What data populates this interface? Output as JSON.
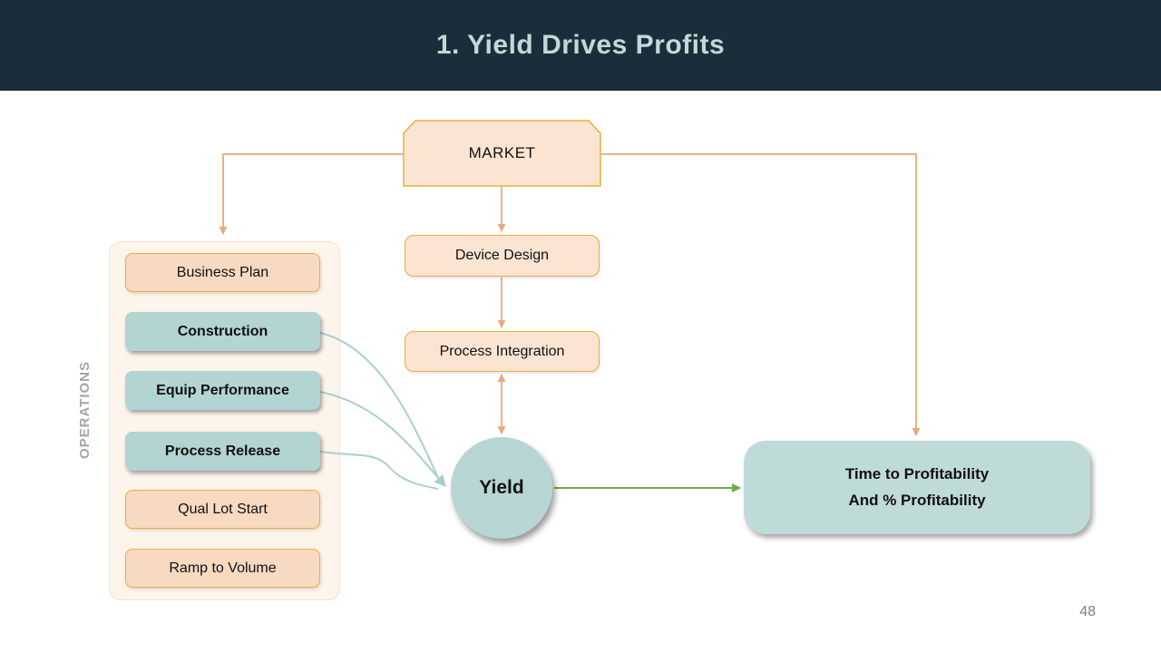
{
  "header": {
    "title": "1. Yield Drives Profits"
  },
  "footer": {
    "page_number": "48"
  },
  "market": {
    "label": "MARKET"
  },
  "flow": {
    "device_design": "Device Design",
    "process_integration": "Process Integration",
    "yield_label": "Yield",
    "profitability_line1": "Time to Profitability",
    "profitability_line2": "And % Profitability"
  },
  "operations": {
    "panel_label": "OPERATIONS",
    "items": [
      {
        "label": "Business Plan",
        "style": "peach"
      },
      {
        "label": "Construction",
        "style": "teal"
      },
      {
        "label": "Equip Performance",
        "style": "teal"
      },
      {
        "label": "Process Release",
        "style": "teal"
      },
      {
        "label": "Qual Lot Start",
        "style": "peach"
      },
      {
        "label": "Ramp to Volume",
        "style": "peach"
      }
    ]
  },
  "colors": {
    "header_bg": "#1b2d3a",
    "title_text": "#bfdad8",
    "peach_fill": "#fce4d2",
    "peach_fill_deep": "#f8d9c1",
    "gold_border": "#e6b13a",
    "teal_fill": "#b4d5d3",
    "panel_fill": "#fdf4ec",
    "panel_border": "#f8e2cf",
    "orange_connector": "#eba87c",
    "green_connector": "#6faa4c",
    "teal_connector": "#a9cfce",
    "operations_text": "#a6a6a6",
    "page_number_text": "#808080"
  }
}
